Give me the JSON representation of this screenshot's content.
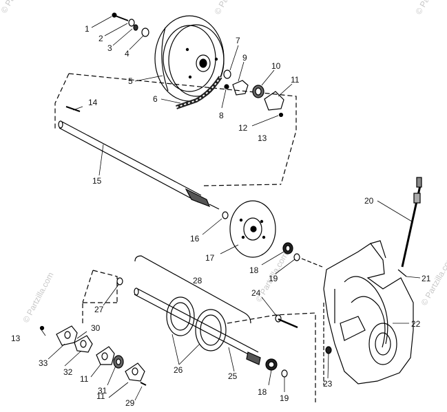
{
  "watermark": "© Partzilla.com",
  "parts": [
    {
      "id": "p1",
      "label": "1"
    },
    {
      "id": "p2",
      "label": "2"
    },
    {
      "id": "p3",
      "label": "3"
    },
    {
      "id": "p4",
      "label": "4"
    },
    {
      "id": "p5",
      "label": "5"
    },
    {
      "id": "p6",
      "label": "6"
    },
    {
      "id": "p7",
      "label": "7"
    },
    {
      "id": "p8",
      "label": "8"
    },
    {
      "id": "p9",
      "label": "9"
    },
    {
      "id": "p10",
      "label": "10"
    },
    {
      "id": "p11a",
      "label": "11"
    },
    {
      "id": "p12",
      "label": "12"
    },
    {
      "id": "p13a",
      "label": "13"
    },
    {
      "id": "p14",
      "label": "14"
    },
    {
      "id": "p15",
      "label": "15"
    },
    {
      "id": "p16",
      "label": "16"
    },
    {
      "id": "p17",
      "label": "17"
    },
    {
      "id": "p18a",
      "label": "18"
    },
    {
      "id": "p19a",
      "label": "19"
    },
    {
      "id": "p20",
      "label": "20"
    },
    {
      "id": "p21",
      "label": "21"
    },
    {
      "id": "p22",
      "label": "22"
    },
    {
      "id": "p23",
      "label": "23"
    },
    {
      "id": "p24",
      "label": "24"
    },
    {
      "id": "p25",
      "label": "25"
    },
    {
      "id": "p26",
      "label": "26"
    },
    {
      "id": "p27",
      "label": "27"
    },
    {
      "id": "p28",
      "label": "28"
    },
    {
      "id": "p29",
      "label": "29"
    },
    {
      "id": "p30",
      "label": "30"
    },
    {
      "id": "p31",
      "label": "31"
    },
    {
      "id": "p11b",
      "label": "11"
    },
    {
      "id": "p11c",
      "label": "11"
    },
    {
      "id": "p32",
      "label": "32"
    },
    {
      "id": "p33",
      "label": "33"
    },
    {
      "id": "p13b",
      "label": "13"
    },
    {
      "id": "p18b",
      "label": "18"
    },
    {
      "id": "p19b",
      "label": "19"
    }
  ]
}
